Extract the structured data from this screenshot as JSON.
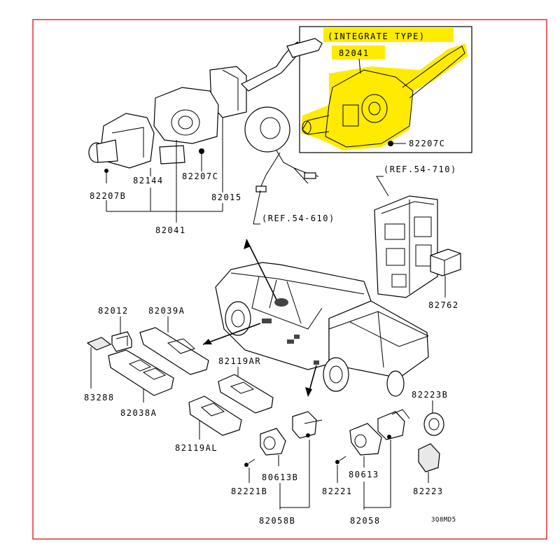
{
  "diagram": {
    "callouts": {
      "integrate_type": "(INTEGRATE TYPE)",
      "ref_54_710": "(REF.54-710)",
      "ref_54_610": "(REF.54-610)"
    },
    "part_numbers": {
      "p82041_top": "82041",
      "p82207C_right": "82207C",
      "p82207B": "82207B",
      "p82144": "82144",
      "p82207C": "82207C",
      "p82015": "82015",
      "p82041": "82041",
      "p82762": "82762",
      "p82012": "82012",
      "p82039A": "82039A",
      "p83288": "83288",
      "p82038A": "82038A",
      "p82119AR": "82119AR",
      "p82119AL": "82119AL",
      "p82223B": "82223B",
      "p80613B": "80613B",
      "p82221B": "82221B",
      "p82058B": "82058B",
      "p80613": "80613",
      "p82221": "82221",
      "p82058": "82058",
      "p82223": "82223"
    },
    "drawing_code": "3Q8MD5",
    "colors": {
      "frame": "#e03030",
      "highlight": "#ffeb00",
      "ink": "#000000"
    }
  }
}
